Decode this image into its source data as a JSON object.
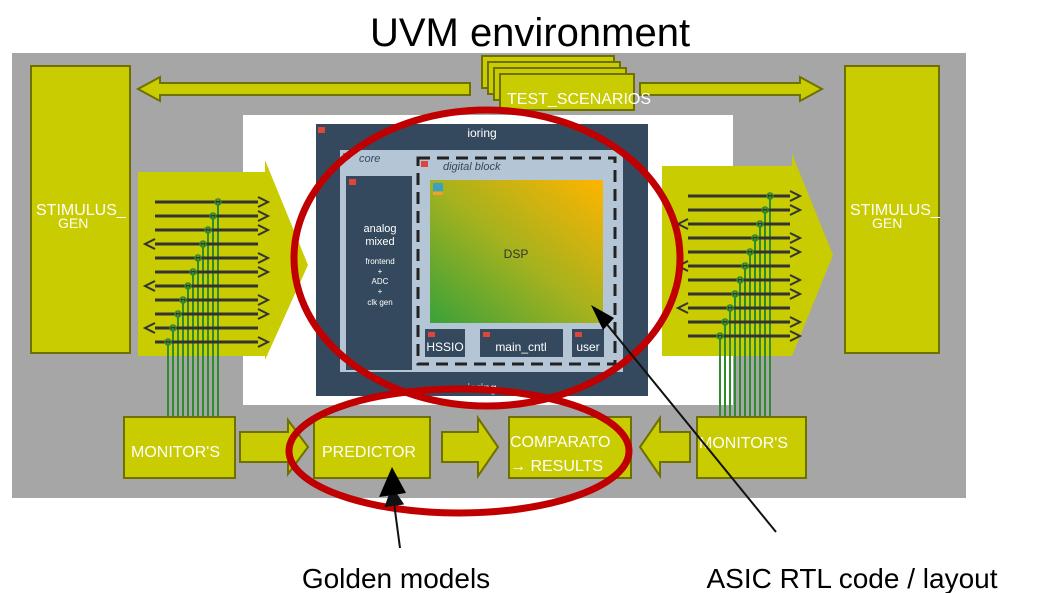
{
  "title": "UVM environment",
  "labels": {
    "test_scenarios": "TEST_SCENARIOS",
    "stimulus_gen_left_1": "STIMULUS_",
    "stimulus_gen_left_2": "GEN",
    "stimulus_gen_right_1": "STIMULUS_",
    "stimulus_gen_right_2": "GEN",
    "ioring_top": "ioring",
    "ioring_bottom": "ioring",
    "core": "core",
    "digital_block": "digital block",
    "dsp": "DSP",
    "analog_lines": [
      "analog",
      "mixed"
    ],
    "analog_detail": [
      "frontend",
      "+",
      "ADC",
      "+",
      "clk gen"
    ],
    "hssio": "HSSIO",
    "main_cntl": "main_cntl",
    "user": "user",
    "monitor_left": "MONITOR'S",
    "monitor_right": "MONITOR'S",
    "predictor": "PREDICTOR",
    "comparator_1": "COMPARATO",
    "comparator_2": "→ RESULTS",
    "golden_models": "Golden models",
    "asic_rtl": "ASIC RTL code / layout"
  },
  "colors": {
    "background": "#a6a6a6",
    "block_fill": "#c8cc00",
    "block_stroke": "#6e7000",
    "ioring": "#34495e",
    "core": "#b4c5d6",
    "ellipse": "#c00000",
    "signal_line": "#2e8b2e",
    "arrow_line": "#333333"
  }
}
